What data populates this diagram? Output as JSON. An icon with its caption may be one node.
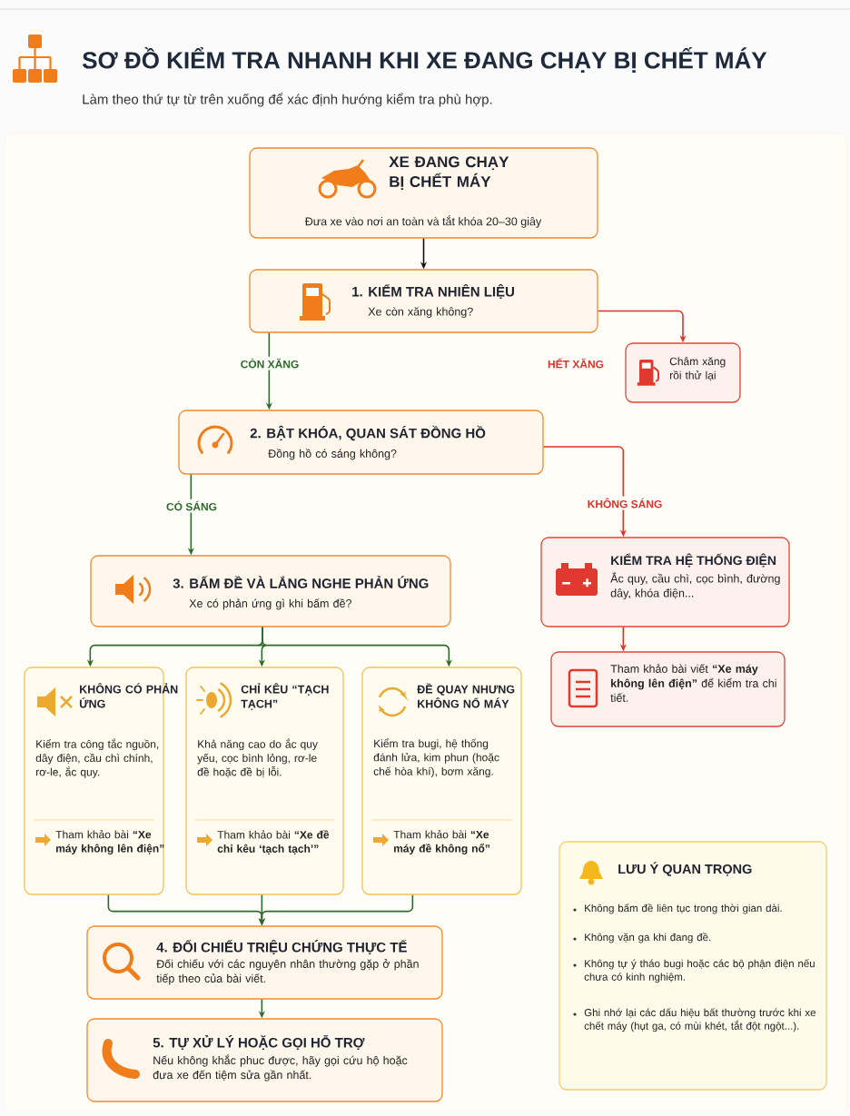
{
  "diagram": {
    "title": "SƠ ĐỒ KIỂM TRA NHANH KHI XE ĐANG CHẠY BỊ CHẾT MÁY",
    "nodes": [
      {
        "text": [
          "XE ĐANG CHẠY BỊ CHẾT MÁY",
          "Đưa xe vào nơi an toàn và tắt khóa 20–30 giây"
        ]
      },
      {
        "text": [
          "1. KIỂM TRA NHIÊN LIỆU",
          "Xe còn xăng không?"
        ]
      },
      {
        "text": [
          "Châm xăng rồi thử lại"
        ]
      },
      {
        "text": [
          "2. BẬT KHÓA, QUAN SÁT ĐỒNG HỒ",
          "Đồng hồ có sáng không?"
        ]
      },
      {
        "text": [
          "KIỂM TRA HỆ THỐNG ĐIỆN",
          "Ắc quy, cầu chì, cọc bình, đường dây, khóa điện..."
        ]
      },
      {
        "text": [
          "Tham khảo bài viết **“Xe máy không lên điện”** để kiểm tra chi tiết."
        ]
      },
      {
        "text": [
          "3. BẤM ĐỀ VÀ LẮNG NGHE PHẢN ỨNG",
          "Xe có phản ứng gì khi bấm đề?"
        ]
      },
      {
        "text": [
          "KHÔNG CÓ PHẢN ỨNG",
          "Kiểm tra công tắc nguồn, dây điện, cầu chì chính, rơ-le, ắc quy.",
          "Tham khảo bài **“Xe máy không lên điện”**"
        ]
      },
      {
        "text": [
          "CHỈ KÊU “TẠCH TẠCH”",
          "Khả năng cao do ắc quy yếu, cọc bình lỏng, rơ-le đề hoặc đề bị lỗi.",
          "Tham khảo bài **“Xe đề chỉ kêu ‘tạch tạch’”**"
        ]
      },
      {
        "text": [
          "ĐỀ QUAY NHƯNG KHÔNG NỔ MÁY",
          "Kiểm tra bugi, hệ thống đánh lửa, kim phun (hoặc chế hòa khí), bơm xăng.",
          "Tham khảo bài **“Xe máy đề không nổ”**"
        ]
      },
      {
        "text": [
          "4. ĐỐI CHIẾU TRIỆU CHỨNG THỰC TẾ",
          "Đối chiếu với các nguyên nhân thường gặp ở phần tiếp theo của bài viết."
        ]
      },
      {
        "text": [
          "5. TỰ XỬ LÝ HOẶC GỌI HỖ TRỢ",
          "Nếu không khắc phuc được, hãy gọi cứu hộ hoặc đưa xe đến tiệm sửa gần nhất."
        ]
      },
      {
        "text": [
          "LƯU Ý QUAN TRỌNG",
          "Không bấm đề liên tục trong thời gian dài.",
          "Không vặn ga khi đang đề.",
          "Không tự ý tháo bugi hoặc các bộ phận điện nếu chưa có kinh nghiệm.",
          "Ghi nhớ lại các dấu hiệu bất thường trước khi xe chết máy (hụt ga, có mùi khét, tắt đột ngột...)."
        ]
      }
    ],
    "edges": [
      {
        "from": 0,
        "to": 1,
        "arrow": "to",
        "color": "#111111"
      },
      {
        "from": 1,
        "to": 3,
        "arrow": "to",
        "label": "CÒN XĂNG"
      },
      {
        "from": 1,
        "to": 2,
        "arrow": "to",
        "label": "HẾT XĂNG",
        "color": "#d9342b"
      },
      {
        "from": 3,
        "to": 6,
        "arrow": "to",
        "label": "CÓ SÁNG"
      },
      {
        "from": 3,
        "to": 4,
        "arrow": "to",
        "label": "KHÔNG SÁNG",
        "color": "#d9342b"
      },
      {
        "from": 4,
        "to": 5,
        "arrow": "to",
        "color": "#d9342b"
      },
      {
        "from": 6,
        "to": 7,
        "arrow": "to"
      },
      {
        "from": 6,
        "to": 8,
        "arrow": "to"
      },
      {
        "from": 6,
        "to": 9,
        "arrow": "to"
      },
      {
        "from": 7,
        "to": 10,
        "arrow": "to"
      },
      {
        "from": 8,
        "to": 10,
        "arrow": "to"
      },
      {
        "from": 9,
        "to": 10,
        "arrow": "to"
      },
      {
        "from": 10,
        "to": 11,
        "arrow": "to"
      }
    ],
    "labels": [
      "Làm theo thứ tự từ trên xuống để xác định hướng kiểm tra phù hợp."
    ]
  }
}
